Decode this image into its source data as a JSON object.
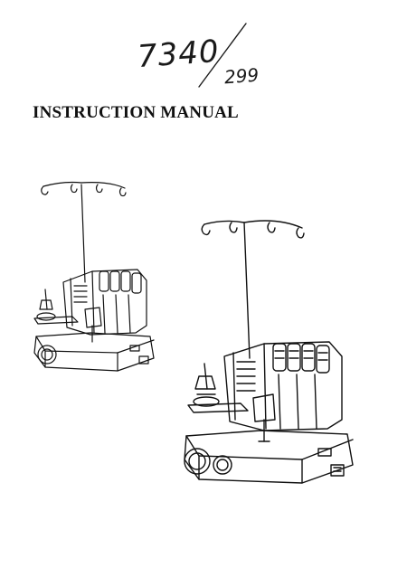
{
  "handwritten_note": {
    "model_number": "7340",
    "sub_number": "299"
  },
  "document": {
    "title": "INSTRUCTION MANUAL"
  },
  "illustrations": {
    "small_machine_icon": "serger-machine-icon",
    "large_machine_icon": "serger-machine-icon"
  }
}
